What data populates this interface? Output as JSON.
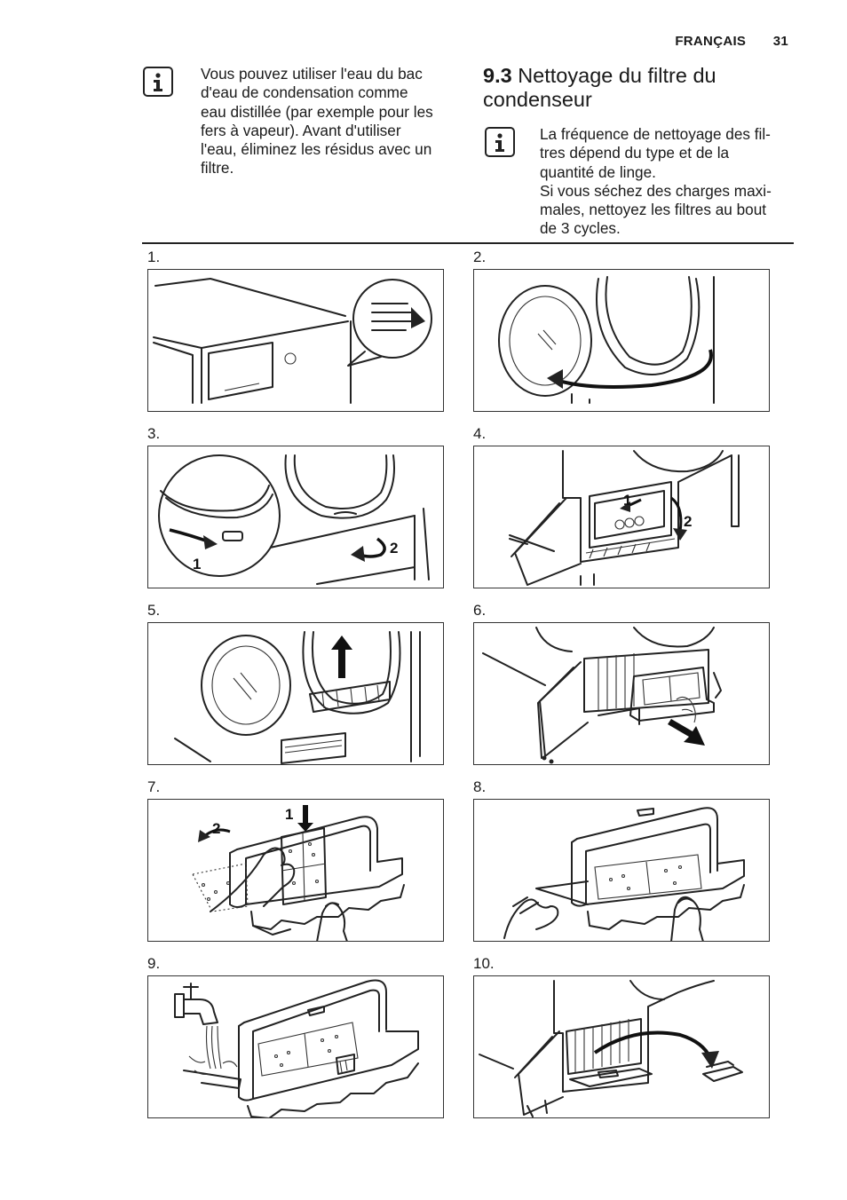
{
  "header": {
    "section": "FRANÇAIS",
    "page": "31"
  },
  "note_left": {
    "icon": "info-icon",
    "lines": [
      "Vous pouvez utiliser l'eau du bac",
      "d'eau de condensation comme",
      "eau distillée (par exemple pour les",
      "fers à vapeur). Avant d'utiliser",
      "l'eau, éliminez les résidus avec un",
      "filtre."
    ]
  },
  "section": {
    "number": "9.3",
    "title": "Nettoyage du filtre du condenseur"
  },
  "note_right": {
    "icon": "info-icon",
    "lines": [
      "La fréquence de nettoyage des fil-",
      "tres dépend du type et de la",
      "quantité de linge.",
      "Si vous séchez des charges maxi-",
      "males, nettoyez les filtres au bout",
      "de 3 cycles."
    ]
  },
  "steps": [
    {
      "label": "1.",
      "callouts": []
    },
    {
      "label": "2.",
      "callouts": []
    },
    {
      "label": "3.",
      "callouts": [
        "1",
        "2"
      ]
    },
    {
      "label": "4.",
      "callouts": [
        "1",
        "2"
      ]
    },
    {
      "label": "5.",
      "callouts": []
    },
    {
      "label": "6.",
      "callouts": []
    },
    {
      "label": "7.",
      "callouts": [
        "1",
        "2"
      ]
    },
    {
      "label": "8.",
      "callouts": []
    },
    {
      "label": "9.",
      "callouts": []
    },
    {
      "label": "10.",
      "callouts": []
    }
  ]
}
